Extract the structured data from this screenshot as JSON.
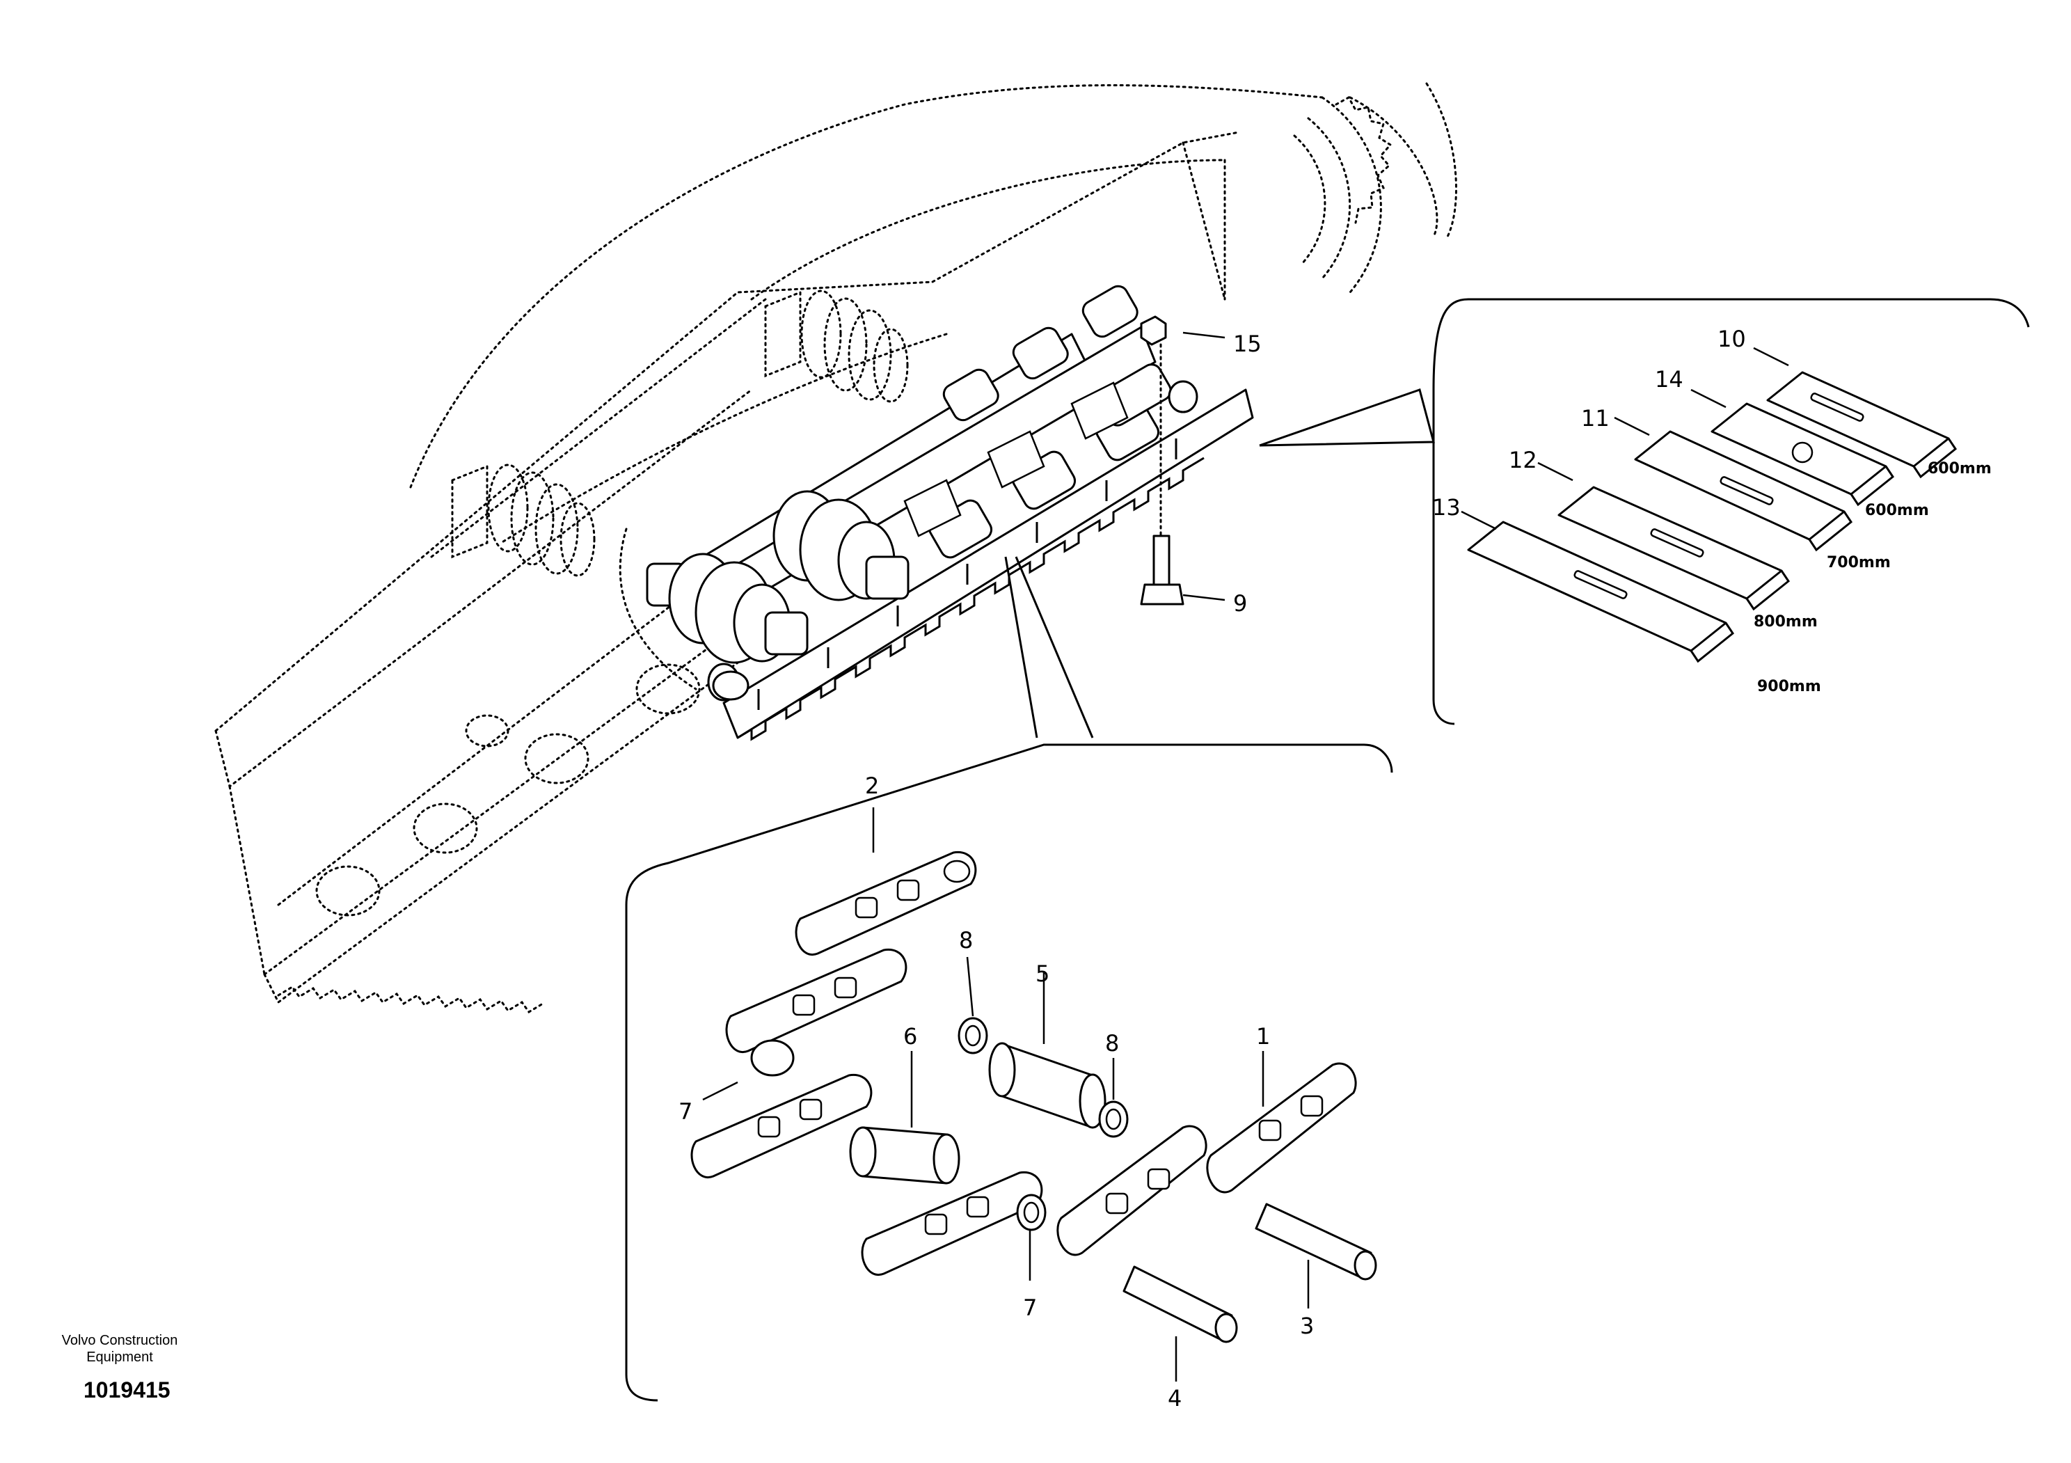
{
  "callouts": [
    "1",
    "2",
    "3",
    "4",
    "5",
    "6",
    "7",
    "7",
    "8",
    "8",
    "9",
    "10",
    "11",
    "12",
    "13",
    "14",
    "15"
  ],
  "shoe_sizes": [
    "600mm",
    "600mm",
    "700mm",
    "800mm",
    "900mm"
  ],
  "footer": {
    "company_line1": "Volvo Construction",
    "company_line2": "Equipment",
    "drawing_number": "1019415"
  }
}
